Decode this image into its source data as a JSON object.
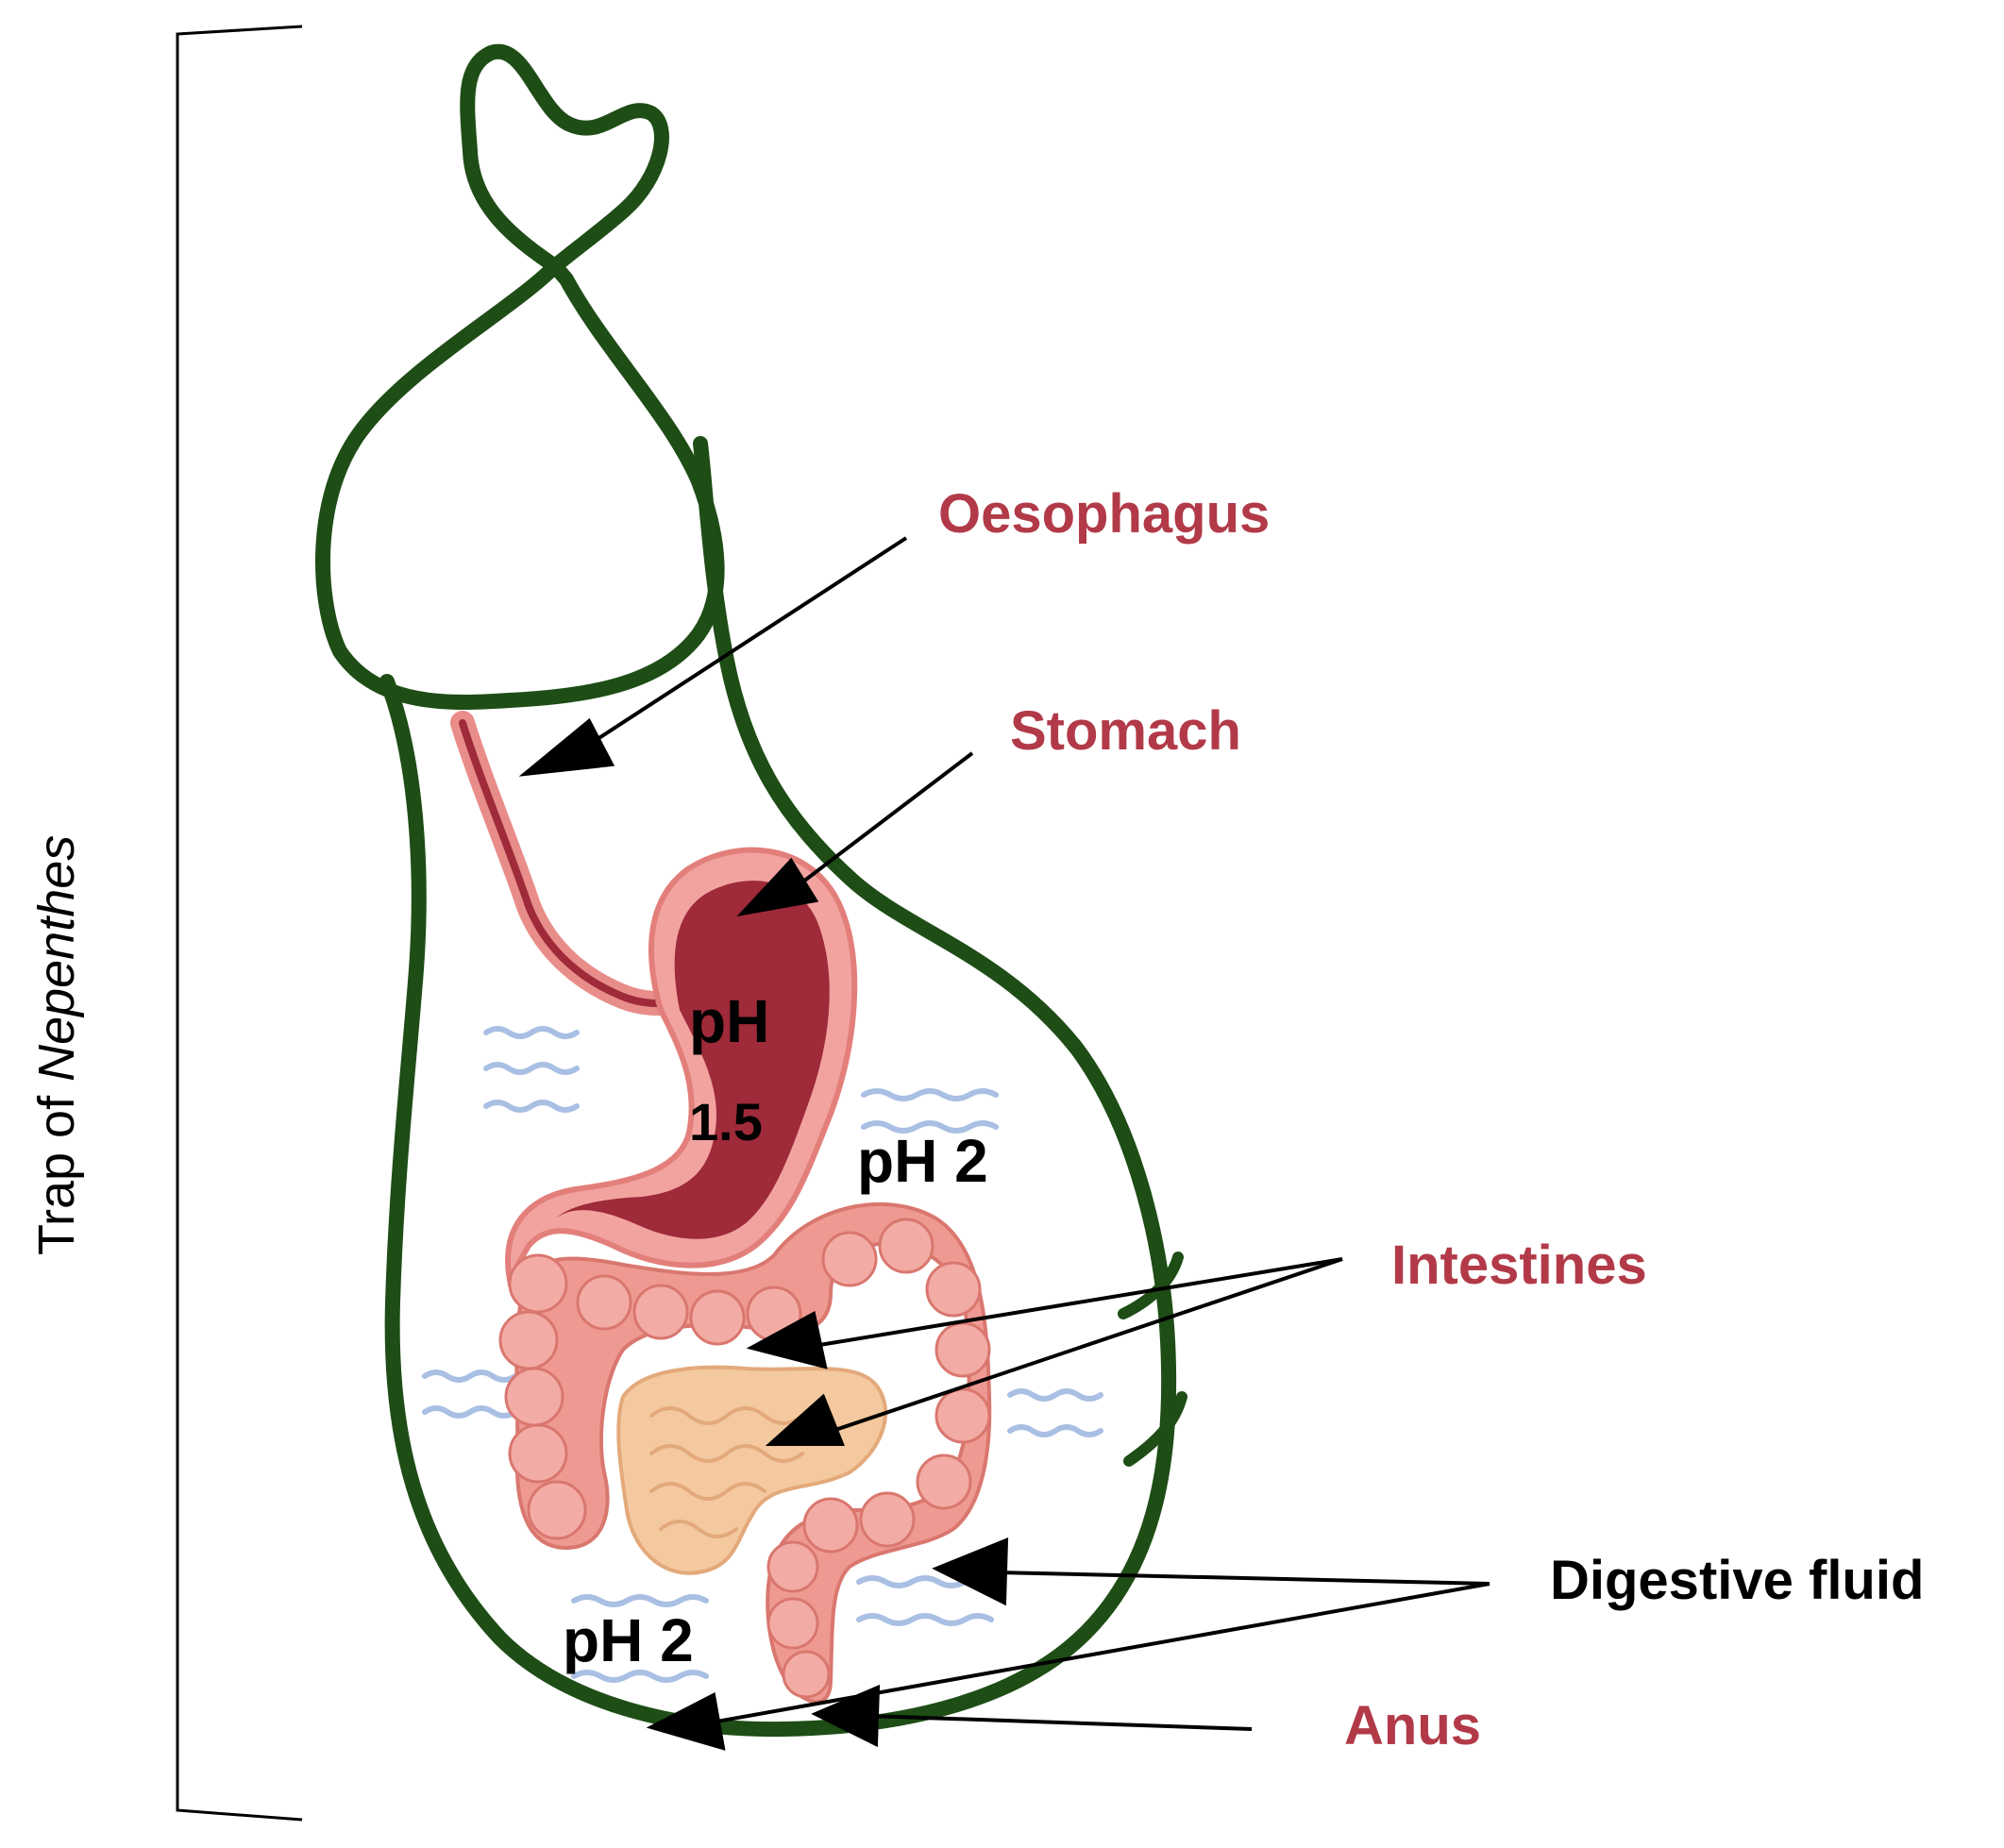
{
  "side_title": {
    "prefix": "Trap of ",
    "species": "Nepenthes"
  },
  "labels": {
    "oesophagus": "Oesophagus",
    "stomach": "Stomach",
    "intestines": "Intestines",
    "digestive_fluid": "Digestive fluid",
    "anus": "Anus"
  },
  "ph": {
    "stomach_line1": "pH",
    "stomach_line2": "1.5",
    "fluid_right": "pH 2",
    "fluid_bottom": "pH 2"
  },
  "colors": {
    "pitcher_green": "#1e4d16",
    "label_red": "#b23a48",
    "arrow_black": "#000000",
    "stomach_dark": "#9e2a3a",
    "stomach_light": "#f2a3a0",
    "intestine_pink": "#ee9a92",
    "small_intestine": "#f4c9a0",
    "fluid_wave": "#a9bfe3"
  },
  "icons": {
    "arrow": "arrow-head-icon",
    "wave": "wave-icon"
  }
}
